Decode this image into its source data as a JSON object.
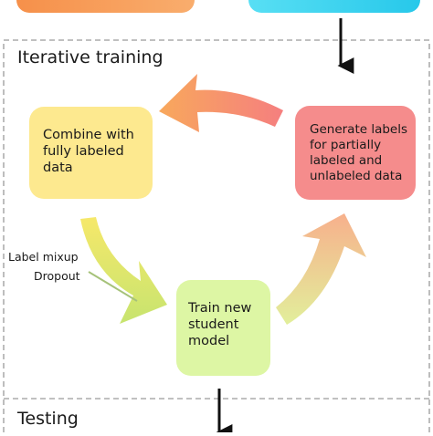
{
  "sections": {
    "iterative_title": "Iterative training",
    "testing_title": "Testing"
  },
  "steps": [
    {
      "id": "combine",
      "lines": [
        "Combine with",
        "fully labeled",
        "data"
      ],
      "color": "#fde98f"
    },
    {
      "id": "generate",
      "lines": [
        "Generate labels",
        "for partially",
        "labeled and",
        "unlabeled data"
      ],
      "color": "#f58c8c"
    },
    {
      "id": "train",
      "lines": [
        "Train new",
        "student",
        "model"
      ],
      "color": "#ddf6a4"
    }
  ],
  "annotations": [
    "Label mixup",
    "Dropout"
  ],
  "colors": {
    "top_left_box": "#f59642",
    "top_right_box": "#3fd8f0",
    "divider": "#9a9a9a",
    "arrow": "#111111"
  }
}
